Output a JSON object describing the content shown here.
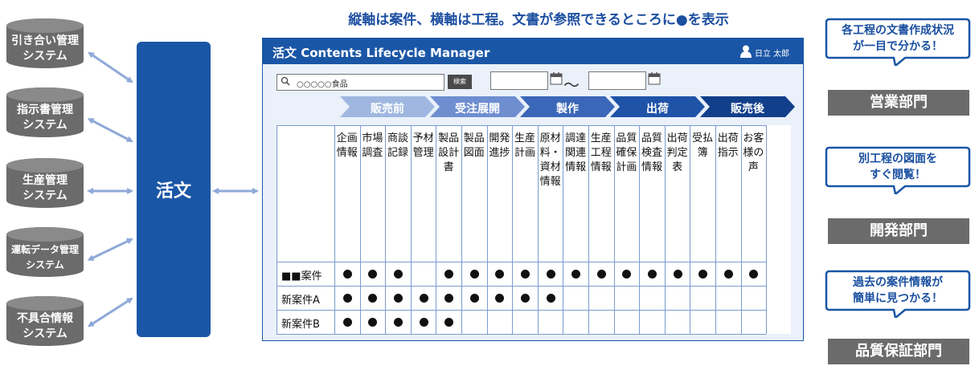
{
  "caption": "縦軸は案件、横軸は工程。文書が参照できるところに●を表示",
  "systems": [
    "引き合い管理\nシステム",
    "指示書管理\nシステム",
    "生産管理\nシステム",
    "運転データ管理\nシステム",
    "不具合情報\nシステム"
  ],
  "hub_label": "活文",
  "app": {
    "title": "活文 Contents Lifecycle Manager",
    "user": "日立 太郎",
    "search_value": "○○○○○食品",
    "search_button": "検索",
    "date_separator": "〜"
  },
  "phases": [
    "販売前",
    "受注展開",
    "製作",
    "出荷",
    "販売後"
  ],
  "columns": [
    "企画情報",
    "市場調査",
    "商談記録",
    "予材管理",
    "製品設計書",
    "製品図面",
    "開発進捗",
    "生産計画",
    "原材料・資材情報",
    "調達関連情報",
    "生産工程情報",
    "品質確保計画",
    "品質検査情報",
    "出荷判定表",
    "受払簿",
    "出荷指示",
    "お客様の声"
  ],
  "rows": [
    {
      "name": "■■案件",
      "cells": [
        1,
        1,
        1,
        0,
        1,
        1,
        1,
        1,
        1,
        1,
        1,
        1,
        1,
        1,
        1,
        1,
        1
      ]
    },
    {
      "name": "新案件A",
      "cells": [
        1,
        1,
        1,
        1,
        1,
        1,
        1,
        1,
        1,
        0,
        0,
        0,
        0,
        0,
        0,
        0,
        0
      ]
    },
    {
      "name": "新案件B",
      "cells": [
        1,
        1,
        1,
        1,
        1,
        0,
        0,
        0,
        0,
        0,
        0,
        0,
        0,
        0,
        0,
        0,
        0
      ]
    }
  ],
  "bubbles": [
    "各工程の文書作成状況\nが一目で分かる！",
    "別工程の図面を\nすぐ閲覧！",
    "過去の案件情報が\n簡単に見つかる！"
  ],
  "departments": [
    "営業部門",
    "開発部門",
    "品質保証部門"
  ]
}
